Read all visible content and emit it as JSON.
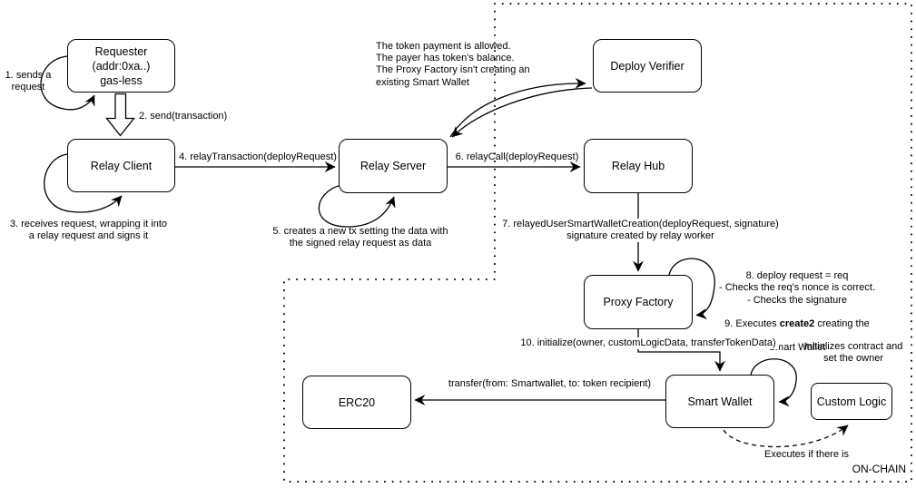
{
  "colors": {
    "stroke": "#000000",
    "background": "#ffffff"
  },
  "boxes": {
    "requester": "Requester\n(addr:0xa..)\ngas-less",
    "relay_client": "Relay Client",
    "relay_server": "Relay Server",
    "deploy_verifier": "Deploy Verifier",
    "relay_hub": "Relay Hub",
    "proxy_factory": "Proxy Factory",
    "smart_wallet": "Smart Wallet",
    "erc20": "ERC20",
    "custom_logic": "Custom Logic"
  },
  "labels": {
    "step1": "1. sends a\nrequest",
    "step2": "2. send(transaction)",
    "step3": "3. receives request, wrapping it into\na relay request and signs it",
    "step4": "4. relayTransaction(deployRequest)",
    "step5": "5. creates a new tx setting the data with\nthe signed relay request as data",
    "step6": "6. relayCall(deployRequest)",
    "step7": "7. relayedUserSmartWalletCreation(deployRequest, signature)\nsignature created by relay worker",
    "verifier_note": "The token payment is allowed.\nThe payer has token's balance.\nThe Proxy Factory isn't creating an\nexisting Smart Wallet",
    "proxy_note_part1": "8. deploy request = req\n- Checks the req's nonce is correct.\n- Checks the signature",
    "proxy_note_part2a": "9. Executes ",
    "proxy_note_part2b": "create2",
    "proxy_note_part2c": " creating the",
    "proxy_note_part3": "Smart Wallet",
    "step10": "10. initialize(owner, customLogicData, transferTokenData)",
    "transfer": "transfer(from: Smartwallet, to: token recipient)",
    "init_note": "Initializes contract and\nset the owner",
    "executes_note": "Executes if there is",
    "onchain": "ON-CHAIN"
  }
}
